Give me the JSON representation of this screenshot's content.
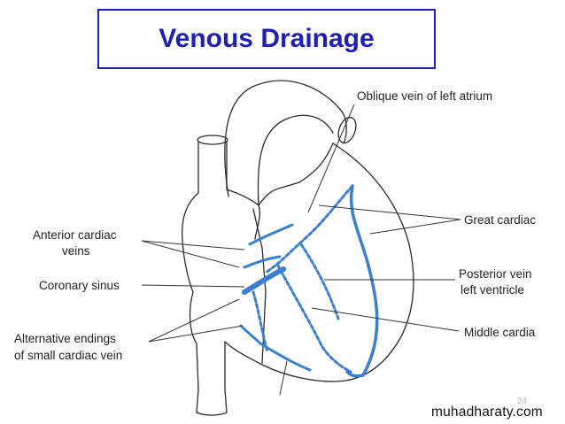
{
  "title": "Venous Drainage",
  "labels": {
    "oblique_vein": "Oblique vein of left atrium",
    "great_cardiac": "Great cardiac",
    "anterior_cardiac_1": "Anterior cardiac",
    "anterior_cardiac_2": "veins",
    "coronary_sinus": "Coronary sinus",
    "posterior_vein_1": "Posterior vein",
    "posterior_vein_2": "left ventricle",
    "middle_cardiac": "Middle cardia",
    "alternative_1": "Alternative endings",
    "alternative_2": "of small cardiac vein"
  },
  "slide_number": "24",
  "watermark": "muhadharaty.com",
  "colors": {
    "title": "#1f1fb4",
    "vein": "#3a7fd0",
    "outline": "#2a2a2a"
  }
}
